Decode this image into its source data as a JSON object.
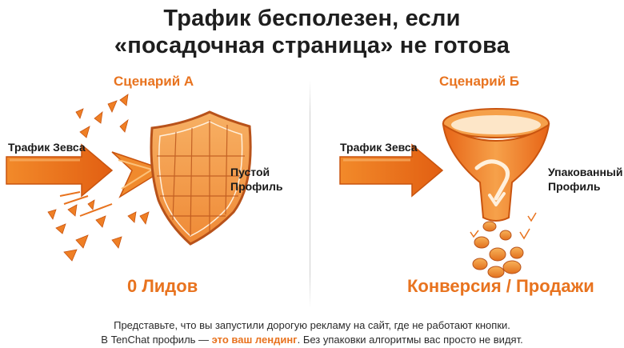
{
  "title": {
    "line1": "Трафик бесполезен, если",
    "line2": "«посадочная страница» не готова"
  },
  "scenario_a": {
    "label": "Сценарий А",
    "traffic_label": "Трафик Зевса",
    "target_line1": "Пустой",
    "target_line2": "Профиль",
    "result": "0 Лидов"
  },
  "scenario_b": {
    "label": "Сценарий Б",
    "traffic_label": "Трафик Зевса",
    "target_line1": "Упакованный",
    "target_line2": "Профиль",
    "result": "Конверсия / Продажи"
  },
  "footer": {
    "line1": "Представьте, что вы запустили дорогую рекламу на сайт, где не работают кнопки.",
    "line2_prefix": "В TenChat профиль — ",
    "line2_highlight": "это ваш лендинг",
    "line2_suffix": ". Без упаковки алгоритмы вас просто не видят."
  },
  "colors": {
    "accent": "#e8731f",
    "accent_light": "#f7a23c",
    "text": "#1e1e1e"
  }
}
